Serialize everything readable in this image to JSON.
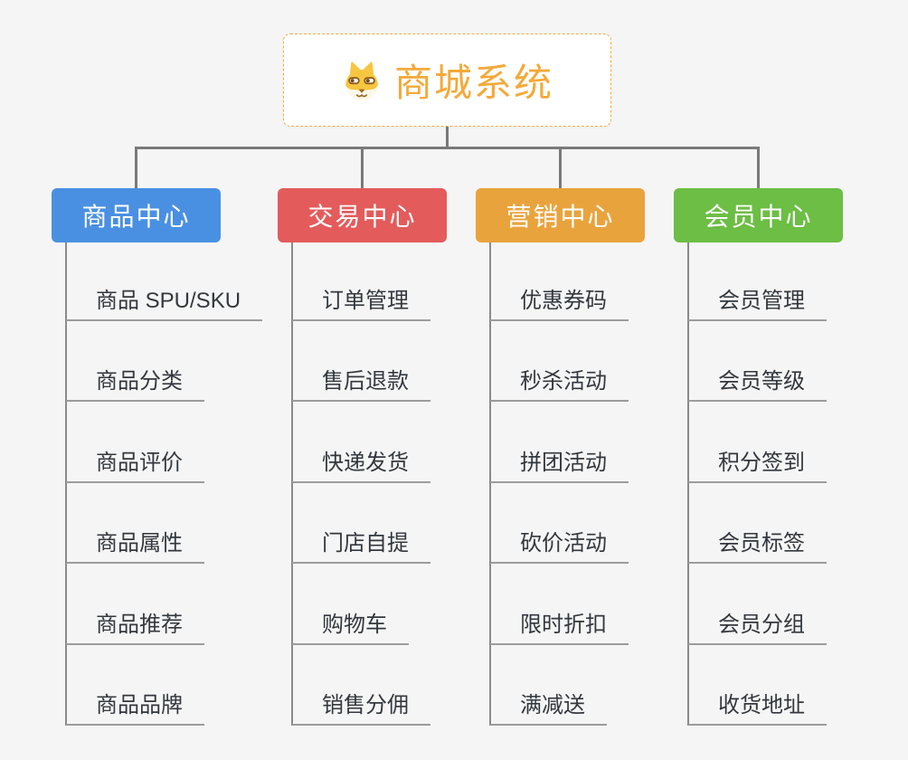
{
  "root": {
    "title": "商城系统",
    "icon": "shiba-dog-icon"
  },
  "colors": {
    "background": "#F5F5F5",
    "root_text": "#F4A939",
    "root_border": "#F2AC3F",
    "connector": "#7A7A7A",
    "branch_line": "#8A8A8A",
    "leaf_underline": "#9C9C9C",
    "leaf_text": "#33383E"
  },
  "branches": [
    {
      "id": "product-center",
      "label": "商品中心",
      "color": "#4A90E2",
      "items": [
        "商品 SPU/SKU",
        "商品分类",
        "商品评价",
        "商品属性",
        "商品推荐",
        "商品品牌"
      ]
    },
    {
      "id": "trade-center",
      "label": "交易中心",
      "color": "#E45B5B",
      "items": [
        "订单管理",
        "售后退款",
        "快递发货",
        "门店自提",
        "购物车",
        "销售分佣"
      ]
    },
    {
      "id": "marketing-center",
      "label": "营销中心",
      "color": "#E9A33D",
      "items": [
        "优惠券码",
        "秒杀活动",
        "拼团活动",
        "砍价活动",
        "限时折扣",
        "满减送"
      ]
    },
    {
      "id": "member-center",
      "label": "会员中心",
      "color": "#6CBE44",
      "items": [
        "会员管理",
        "会员等级",
        "积分签到",
        "会员标签",
        "会员分组",
        "收货地址"
      ]
    }
  ]
}
